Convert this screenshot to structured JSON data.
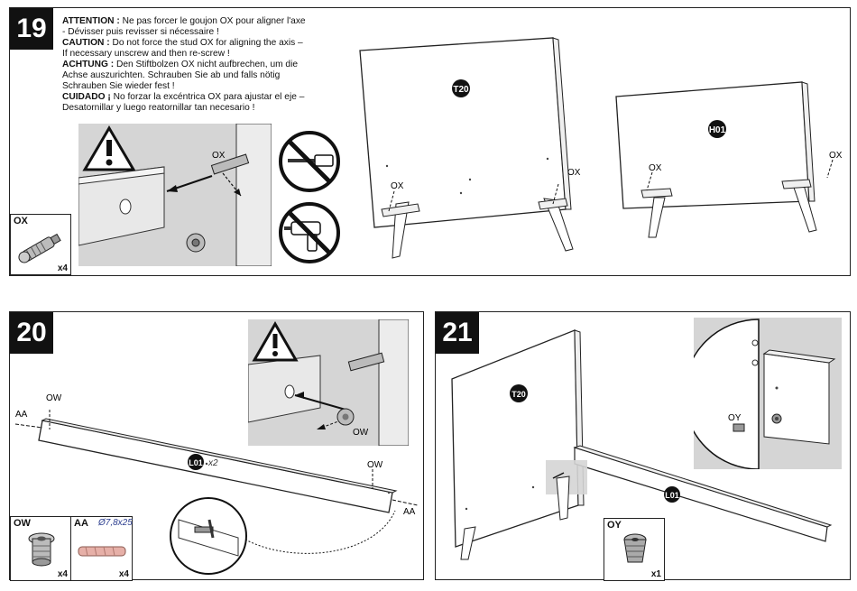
{
  "steps": {
    "s19": {
      "number": "19",
      "warnings": [
        {
          "lead": "ATTENTION :",
          "text": " Ne pas forcer le goujon OX pour aligner l'axe - Dévisser puis revisser si nécessaire !"
        },
        {
          "lead": "CAUTION :",
          "text": " Do not force the stud OX for aligning the axis – If necessary unscrew and then re-screw !"
        },
        {
          "lead": "ACHTUNG :",
          "text": " Den Stiftbolzen OX nicht aufbrechen, um die Achse auszurichten. Schrauben Sie ab und falls nötig Schrauben Sie wieder fest !"
        },
        {
          "lead": "CUIDADO ¡",
          "text": " No forzar la excéntrica OX para ajustar el eje – Desatornillar y  luego reatornillar tan necesario !"
        }
      ],
      "part": {
        "id": "OX",
        "qty": "x4"
      },
      "labels": {
        "ox": "OX",
        "t20": "T20",
        "h01": "H01"
      }
    },
    "s20": {
      "number": "20",
      "parts": [
        {
          "id": "OW",
          "qty": "x4",
          "dim": ""
        },
        {
          "id": "AA",
          "qty": "x4",
          "dim": "Ø7,8x25"
        }
      ],
      "labels": {
        "ow": "OW",
        "aa": "AA",
        "l01": "L01",
        "mult": "x2"
      }
    },
    "s21": {
      "number": "21",
      "part": {
        "id": "OY",
        "qty": "x1"
      },
      "labels": {
        "oy": "OY",
        "t20": "T20",
        "l01": "L01"
      }
    }
  }
}
